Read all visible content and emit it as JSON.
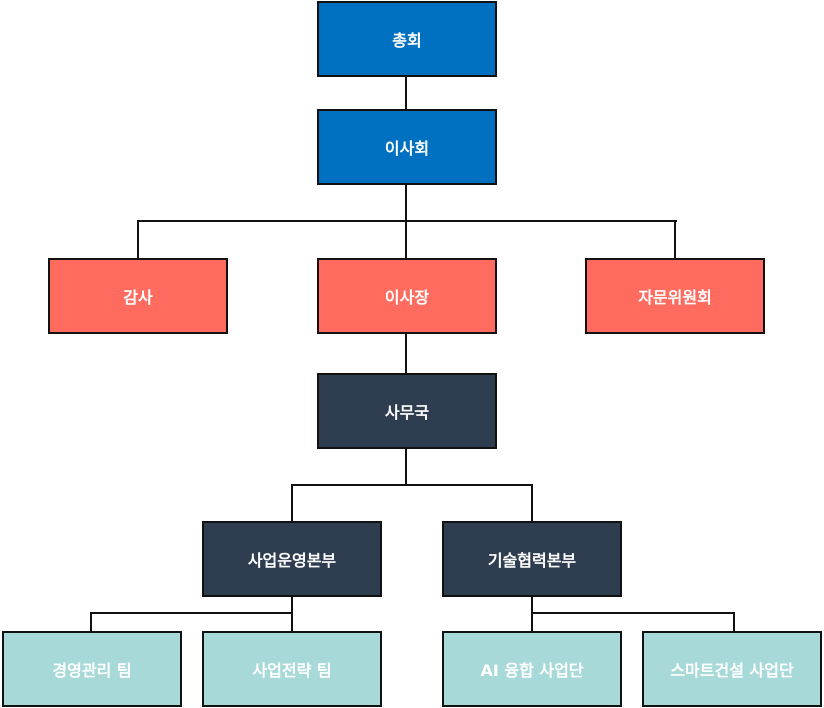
{
  "colors": {
    "governance": "#0070C0",
    "executive": "#FF6B5E",
    "office": "#2E3D50",
    "team": "#A8D9D9"
  },
  "nodes": {
    "general_assembly": "총회",
    "board": "이사회",
    "audit": "감사",
    "chairman": "이사장",
    "advisory_committee": "자문위원회",
    "secretariat": "사무국",
    "business_ops_division": "사업운영본부",
    "tech_coop_division": "기술협력본부",
    "management_team": "경영관리 팀",
    "strategy_team": "사업전략 팀",
    "ai_unit": "AI 융합 사업단",
    "smart_construction_unit": "스마트건설 사업단"
  }
}
